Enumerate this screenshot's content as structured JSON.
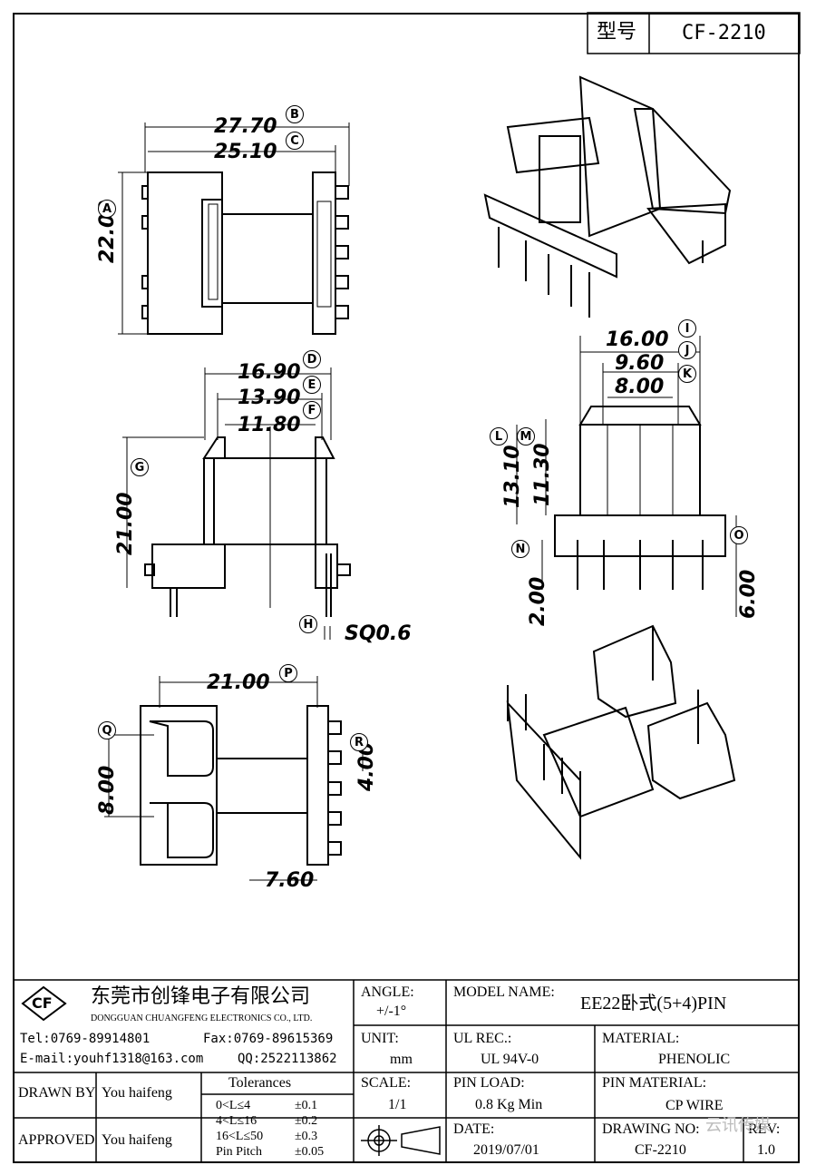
{
  "header": {
    "model_label": "型号",
    "model_value": "CF-2210"
  },
  "dimensions": {
    "d_27_70": "27.70",
    "d_25_10": "25.10",
    "d_22_00": "22.00",
    "d_16_90": "16.90",
    "d_13_90": "13.90",
    "d_11_80": "11.80",
    "d_21_00_side": "21.00",
    "sq": "SQ0.6",
    "d_16_00": "16.00",
    "d_9_60": "9.60",
    "d_8_00_top": "8.00",
    "d_13_10": "13.10",
    "d_11_30": "11.30",
    "d_2_00": "2.00",
    "d_6_00": "6.00",
    "d_21_00_bottom": "21.00",
    "d_8_00_bottom": "8.00",
    "d_4_00": "4.00",
    "d_7_60": "7.60"
  },
  "markers": [
    "A",
    "B",
    "C",
    "D",
    "E",
    "F",
    "G",
    "H",
    "I",
    "J",
    "K",
    "L",
    "M",
    "N",
    "O",
    "P",
    "Q",
    "R"
  ],
  "company": {
    "name_cn": "东莞市创锋电子有限公司",
    "name_en": "DONGGUAN CHUANGFENG ELECTRONICS CO., LTD.",
    "logo_text": "CF",
    "tel": "Tel:0769-89914801",
    "fax": "Fax:0769-89615369",
    "email": "E-mail:youhf1318@163.com",
    "qq": "QQ:2522113862"
  },
  "titleblock": {
    "angle_label": "ANGLE:",
    "angle_value": "+/-1°",
    "unit_label": "UNIT:",
    "unit_value": "mm",
    "scale_label": "SCALE:",
    "scale_value": "1/1",
    "model_name_label": "MODEL NAME:",
    "model_name_value": "EE22卧式(5+4)PIN",
    "ul_label": "UL REC.:",
    "ul_value": "UL 94V-0",
    "material_label": "MATERIAL:",
    "material_value": "PHENOLIC",
    "pin_load_label": "PIN LOAD:",
    "pin_load_value": "0.8 Kg Min",
    "pin_material_label": "PIN MATERIAL:",
    "pin_material_value": "CP WIRE",
    "date_label": "DATE:",
    "date_value": "2019/07/01",
    "drawing_no_label": "DRAWING NO:",
    "drawing_no_value": "CF-2210",
    "rev_label": "REV:",
    "rev_value": "1.0",
    "drawn_by_label": "DRAWN BY",
    "drawn_by_value": "You haifeng",
    "approved_label": "APPROVED",
    "approved_value": "You haifeng",
    "tolerances_title": "Tolerances",
    "tolerances": [
      {
        "range": "0<L≤4",
        "value": "±0.1"
      },
      {
        "range": "4<L≤16",
        "value": "±0.2"
      },
      {
        "range": "16<L≤50",
        "value": "±0.3"
      },
      {
        "range": "Pin Pitch",
        "value": "±0.05"
      }
    ],
    "watermark": "云讯传媒"
  }
}
